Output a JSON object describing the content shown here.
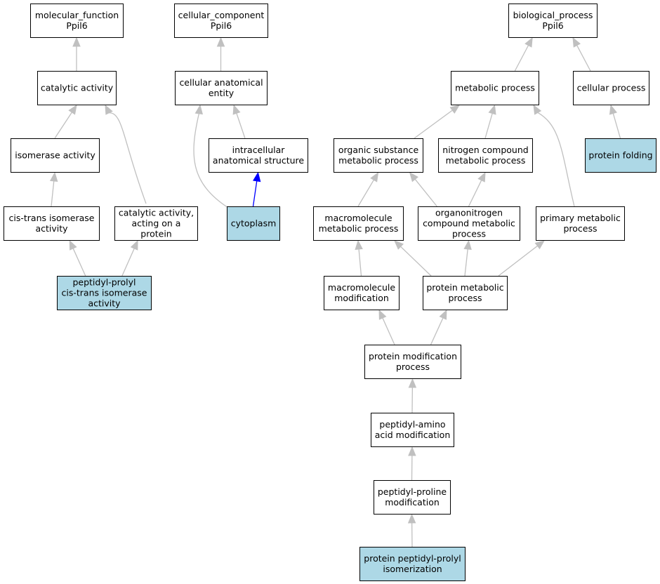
{
  "colors": {
    "highlight_fill": "#add8e6",
    "default_fill": "#ffffff",
    "edge_default": "#c0c0c0",
    "edge_highlight": "#0000ff"
  },
  "nodes": [
    {
      "id": "molecular-function",
      "lines": [
        "molecular_function",
        "Ppil6"
      ],
      "highlighted": false
    },
    {
      "id": "catalytic-activity",
      "lines": [
        "catalytic activity"
      ],
      "highlighted": false
    },
    {
      "id": "isomerase-activity",
      "lines": [
        "isomerase activity"
      ],
      "highlighted": false
    },
    {
      "id": "cis-trans-isomerase-activity",
      "lines": [
        "cis-trans isomerase",
        "activity"
      ],
      "highlighted": false
    },
    {
      "id": "catalytic-activity-acting-on-protein",
      "lines": [
        "catalytic activity,",
        "acting on a",
        "protein"
      ],
      "highlighted": false
    },
    {
      "id": "peptidyl-prolyl-cis-trans-isomerase-activity",
      "lines": [
        "peptidyl-prolyl",
        "cis-trans isomerase",
        "activity"
      ],
      "highlighted": true
    },
    {
      "id": "cellular-component",
      "lines": [
        "cellular_component",
        "Ppil6"
      ],
      "highlighted": false
    },
    {
      "id": "cellular-anatomical-entity",
      "lines": [
        "cellular anatomical",
        "entity"
      ],
      "highlighted": false
    },
    {
      "id": "intracellular-anatomical-structure",
      "lines": [
        "intracellular",
        "anatomical structure"
      ],
      "highlighted": false
    },
    {
      "id": "cytoplasm",
      "lines": [
        "cytoplasm"
      ],
      "highlighted": true
    },
    {
      "id": "biological-process",
      "lines": [
        "biological_process",
        "Ppil6"
      ],
      "highlighted": false
    },
    {
      "id": "metabolic-process",
      "lines": [
        "metabolic process"
      ],
      "highlighted": false
    },
    {
      "id": "cellular-process",
      "lines": [
        "cellular process"
      ],
      "highlighted": false
    },
    {
      "id": "protein-folding",
      "lines": [
        "protein folding"
      ],
      "highlighted": true
    },
    {
      "id": "organic-substance-metabolic-process",
      "lines": [
        "organic substance",
        "metabolic process"
      ],
      "highlighted": false
    },
    {
      "id": "nitrogen-compound-metabolic-process",
      "lines": [
        "nitrogen compound",
        "metabolic process"
      ],
      "highlighted": false
    },
    {
      "id": "macromolecule-metabolic-process",
      "lines": [
        "macromolecule",
        "metabolic process"
      ],
      "highlighted": false
    },
    {
      "id": "organonitrogen-compound-metabolic-process",
      "lines": [
        "organonitrogen",
        "compound metabolic",
        "process"
      ],
      "highlighted": false
    },
    {
      "id": "primary-metabolic-process",
      "lines": [
        "primary metabolic",
        "process"
      ],
      "highlighted": false
    },
    {
      "id": "macromolecule-modification",
      "lines": [
        "macromolecule",
        "modification"
      ],
      "highlighted": false
    },
    {
      "id": "protein-metabolic-process",
      "lines": [
        "protein metabolic",
        "process"
      ],
      "highlighted": false
    },
    {
      "id": "protein-modification-process",
      "lines": [
        "protein modification",
        "process"
      ],
      "highlighted": false
    },
    {
      "id": "peptidyl-amino-acid-modification",
      "lines": [
        "peptidyl-amino",
        "acid modification"
      ],
      "highlighted": false
    },
    {
      "id": "peptidyl-proline-modification",
      "lines": [
        "peptidyl-proline",
        "modification"
      ],
      "highlighted": false
    },
    {
      "id": "protein-peptidyl-prolyl-isomerization",
      "lines": [
        "protein peptidyl-prolyl",
        "isomerization"
      ],
      "highlighted": true
    }
  ],
  "edges": [
    {
      "from": "catalytic-activity",
      "to": "molecular-function",
      "highlighted": false
    },
    {
      "from": "isomerase-activity",
      "to": "catalytic-activity",
      "highlighted": false
    },
    {
      "from": "catalytic-activity-acting-on-protein",
      "to": "catalytic-activity",
      "highlighted": false
    },
    {
      "from": "cis-trans-isomerase-activity",
      "to": "isomerase-activity",
      "highlighted": false
    },
    {
      "from": "peptidyl-prolyl-cis-trans-isomerase-activity",
      "to": "cis-trans-isomerase-activity",
      "highlighted": false
    },
    {
      "from": "peptidyl-prolyl-cis-trans-isomerase-activity",
      "to": "catalytic-activity-acting-on-protein",
      "highlighted": false
    },
    {
      "from": "cellular-anatomical-entity",
      "to": "cellular-component",
      "highlighted": false
    },
    {
      "from": "intracellular-anatomical-structure",
      "to": "cellular-anatomical-entity",
      "highlighted": false
    },
    {
      "from": "cytoplasm",
      "to": "cellular-anatomical-entity",
      "highlighted": false
    },
    {
      "from": "cytoplasm",
      "to": "intracellular-anatomical-structure",
      "highlighted": true
    },
    {
      "from": "metabolic-process",
      "to": "biological-process",
      "highlighted": false
    },
    {
      "from": "cellular-process",
      "to": "biological-process",
      "highlighted": false
    },
    {
      "from": "protein-folding",
      "to": "cellular-process",
      "highlighted": false
    },
    {
      "from": "organic-substance-metabolic-process",
      "to": "metabolic-process",
      "highlighted": false
    },
    {
      "from": "nitrogen-compound-metabolic-process",
      "to": "metabolic-process",
      "highlighted": false
    },
    {
      "from": "primary-metabolic-process",
      "to": "metabolic-process",
      "highlighted": false
    },
    {
      "from": "macromolecule-metabolic-process",
      "to": "organic-substance-metabolic-process",
      "highlighted": false
    },
    {
      "from": "organonitrogen-compound-metabolic-process",
      "to": "organic-substance-metabolic-process",
      "highlighted": false
    },
    {
      "from": "organonitrogen-compound-metabolic-process",
      "to": "nitrogen-compound-metabolic-process",
      "highlighted": false
    },
    {
      "from": "macromolecule-modification",
      "to": "macromolecule-metabolic-process",
      "highlighted": false
    },
    {
      "from": "protein-metabolic-process",
      "to": "macromolecule-metabolic-process",
      "highlighted": false
    },
    {
      "from": "protein-metabolic-process",
      "to": "organonitrogen-compound-metabolic-process",
      "highlighted": false
    },
    {
      "from": "protein-metabolic-process",
      "to": "primary-metabolic-process",
      "highlighted": false
    },
    {
      "from": "protein-modification-process",
      "to": "macromolecule-modification",
      "highlighted": false
    },
    {
      "from": "protein-modification-process",
      "to": "protein-metabolic-process",
      "highlighted": false
    },
    {
      "from": "peptidyl-amino-acid-modification",
      "to": "protein-modification-process",
      "highlighted": false
    },
    {
      "from": "peptidyl-proline-modification",
      "to": "peptidyl-amino-acid-modification",
      "highlighted": false
    },
    {
      "from": "protein-peptidyl-prolyl-isomerization",
      "to": "peptidyl-proline-modification",
      "highlighted": false
    }
  ]
}
